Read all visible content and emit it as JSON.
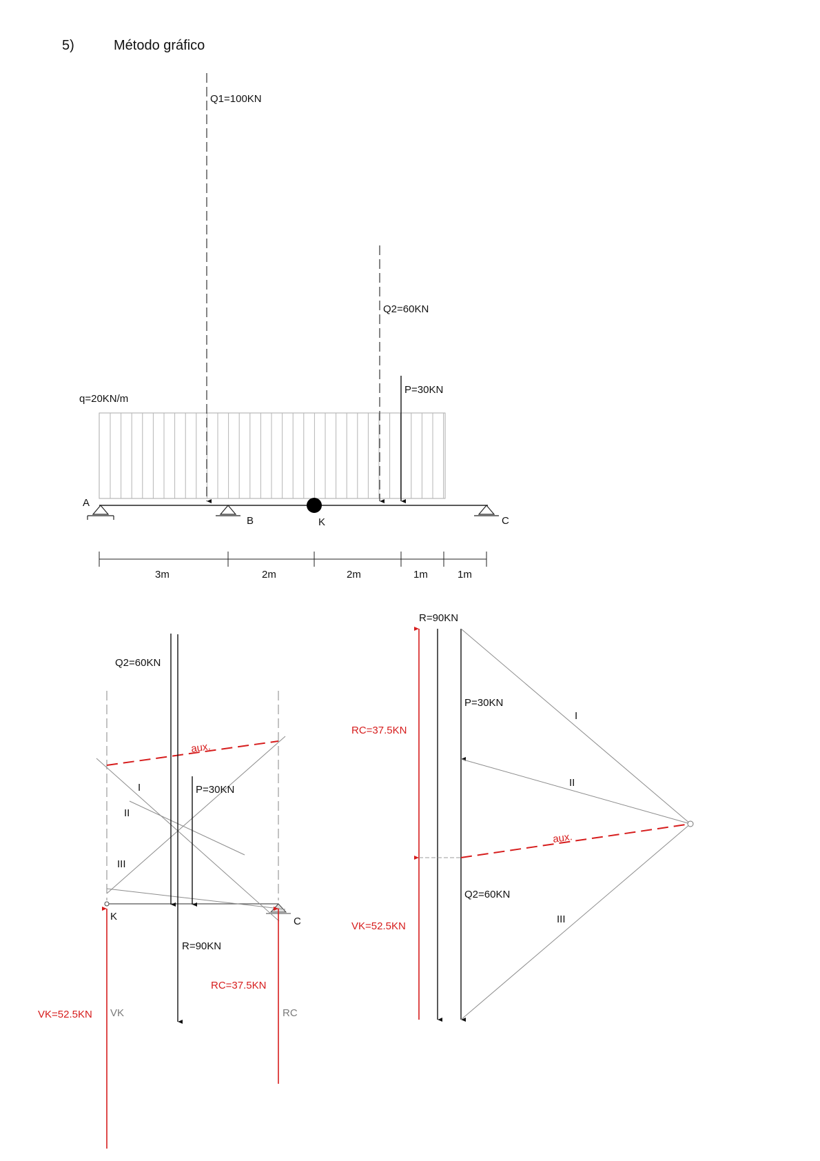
{
  "heading": {
    "number": "5)",
    "title": "Método gráfico"
  },
  "beam": {
    "load_q": "q=20KN/m",
    "Q1": "Q1=100KN",
    "Q2": "Q2=60KN",
    "P": "P=30KN",
    "support_A": "A",
    "support_B": "B",
    "hinge_K": "K",
    "support_C": "C",
    "dimensions": [
      "3m",
      "2m",
      "2m",
      "1m",
      "1m"
    ]
  },
  "funicular": {
    "Q2": "Q2=60KN",
    "P": "P=30KN",
    "aux": "aux.",
    "ray_I": "I",
    "ray_II": "II",
    "ray_III": "III",
    "K": "K",
    "C": "C",
    "R": "R=90KN",
    "RC_value": "RC=37.5KN",
    "VK_value": "VK=52.5KN",
    "VK": "VK",
    "RC": "RC"
  },
  "force_polygon": {
    "R": "R=90KN",
    "P": "P=30KN",
    "RC": "RC=37.5KN",
    "aux": "aux.",
    "Q2": "Q2=60KN",
    "VK": "VK=52.5KN",
    "ray_I": "I",
    "ray_II": "II",
    "ray_III": "III"
  },
  "colors": {
    "reaction": "#d61c1c",
    "force": "#111111",
    "construction": "#8c8c8c"
  }
}
